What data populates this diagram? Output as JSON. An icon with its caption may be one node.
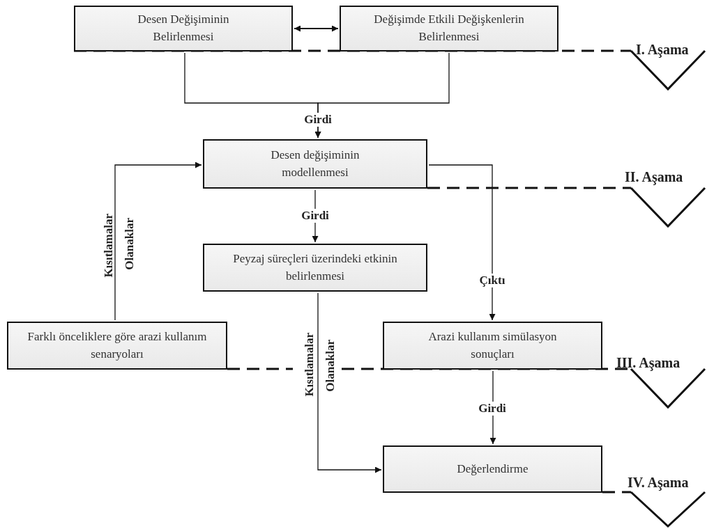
{
  "diagram": {
    "nodes": [
      {
        "text": [
          "Desen Değişiminin Belirlenmesi"
        ]
      },
      {
        "text": [
          "Değişimde Etkili Değişkenlerin Belirlenmesi"
        ]
      },
      {
        "text": [
          "Desen değişiminin modellenmesi"
        ]
      },
      {
        "text": [
          "Peyzaj süreçleri üzerindeki etkinin belirlenmesi"
        ]
      },
      {
        "text": [
          "Farklı önceliklere göre arazi kullanım senaryoları"
        ]
      },
      {
        "text": [
          "Arazi kullanım simülasyon sonuçları"
        ]
      },
      {
        "text": [
          "Değerlendirme"
        ]
      }
    ],
    "edges": [
      {
        "from": 0,
        "to": 1,
        "arrow": "both"
      },
      {
        "from": 0,
        "to": 2,
        "arrow": "to",
        "label": "Girdi"
      },
      {
        "from": 1,
        "to": 2,
        "arrow": "to"
      },
      {
        "from": 2,
        "to": 3,
        "arrow": "to",
        "label": "Girdi"
      },
      {
        "from": 4,
        "to": 2,
        "arrow": "to"
      },
      {
        "from": 2,
        "to": 5,
        "arrow": "to",
        "label": "Çıktı"
      },
      {
        "from": 3,
        "to": 6,
        "arrow": "to"
      },
      {
        "from": 5,
        "to": 6,
        "arrow": "to",
        "label": "Girdi"
      }
    ],
    "labels": [
      "I. Aşama",
      "II. Aşama",
      "Kısıtlamalar",
      "Olanaklar",
      "III. Aşama",
      "Kısıtlamalar",
      "Olanaklar",
      "IV. Aşama"
    ]
  }
}
